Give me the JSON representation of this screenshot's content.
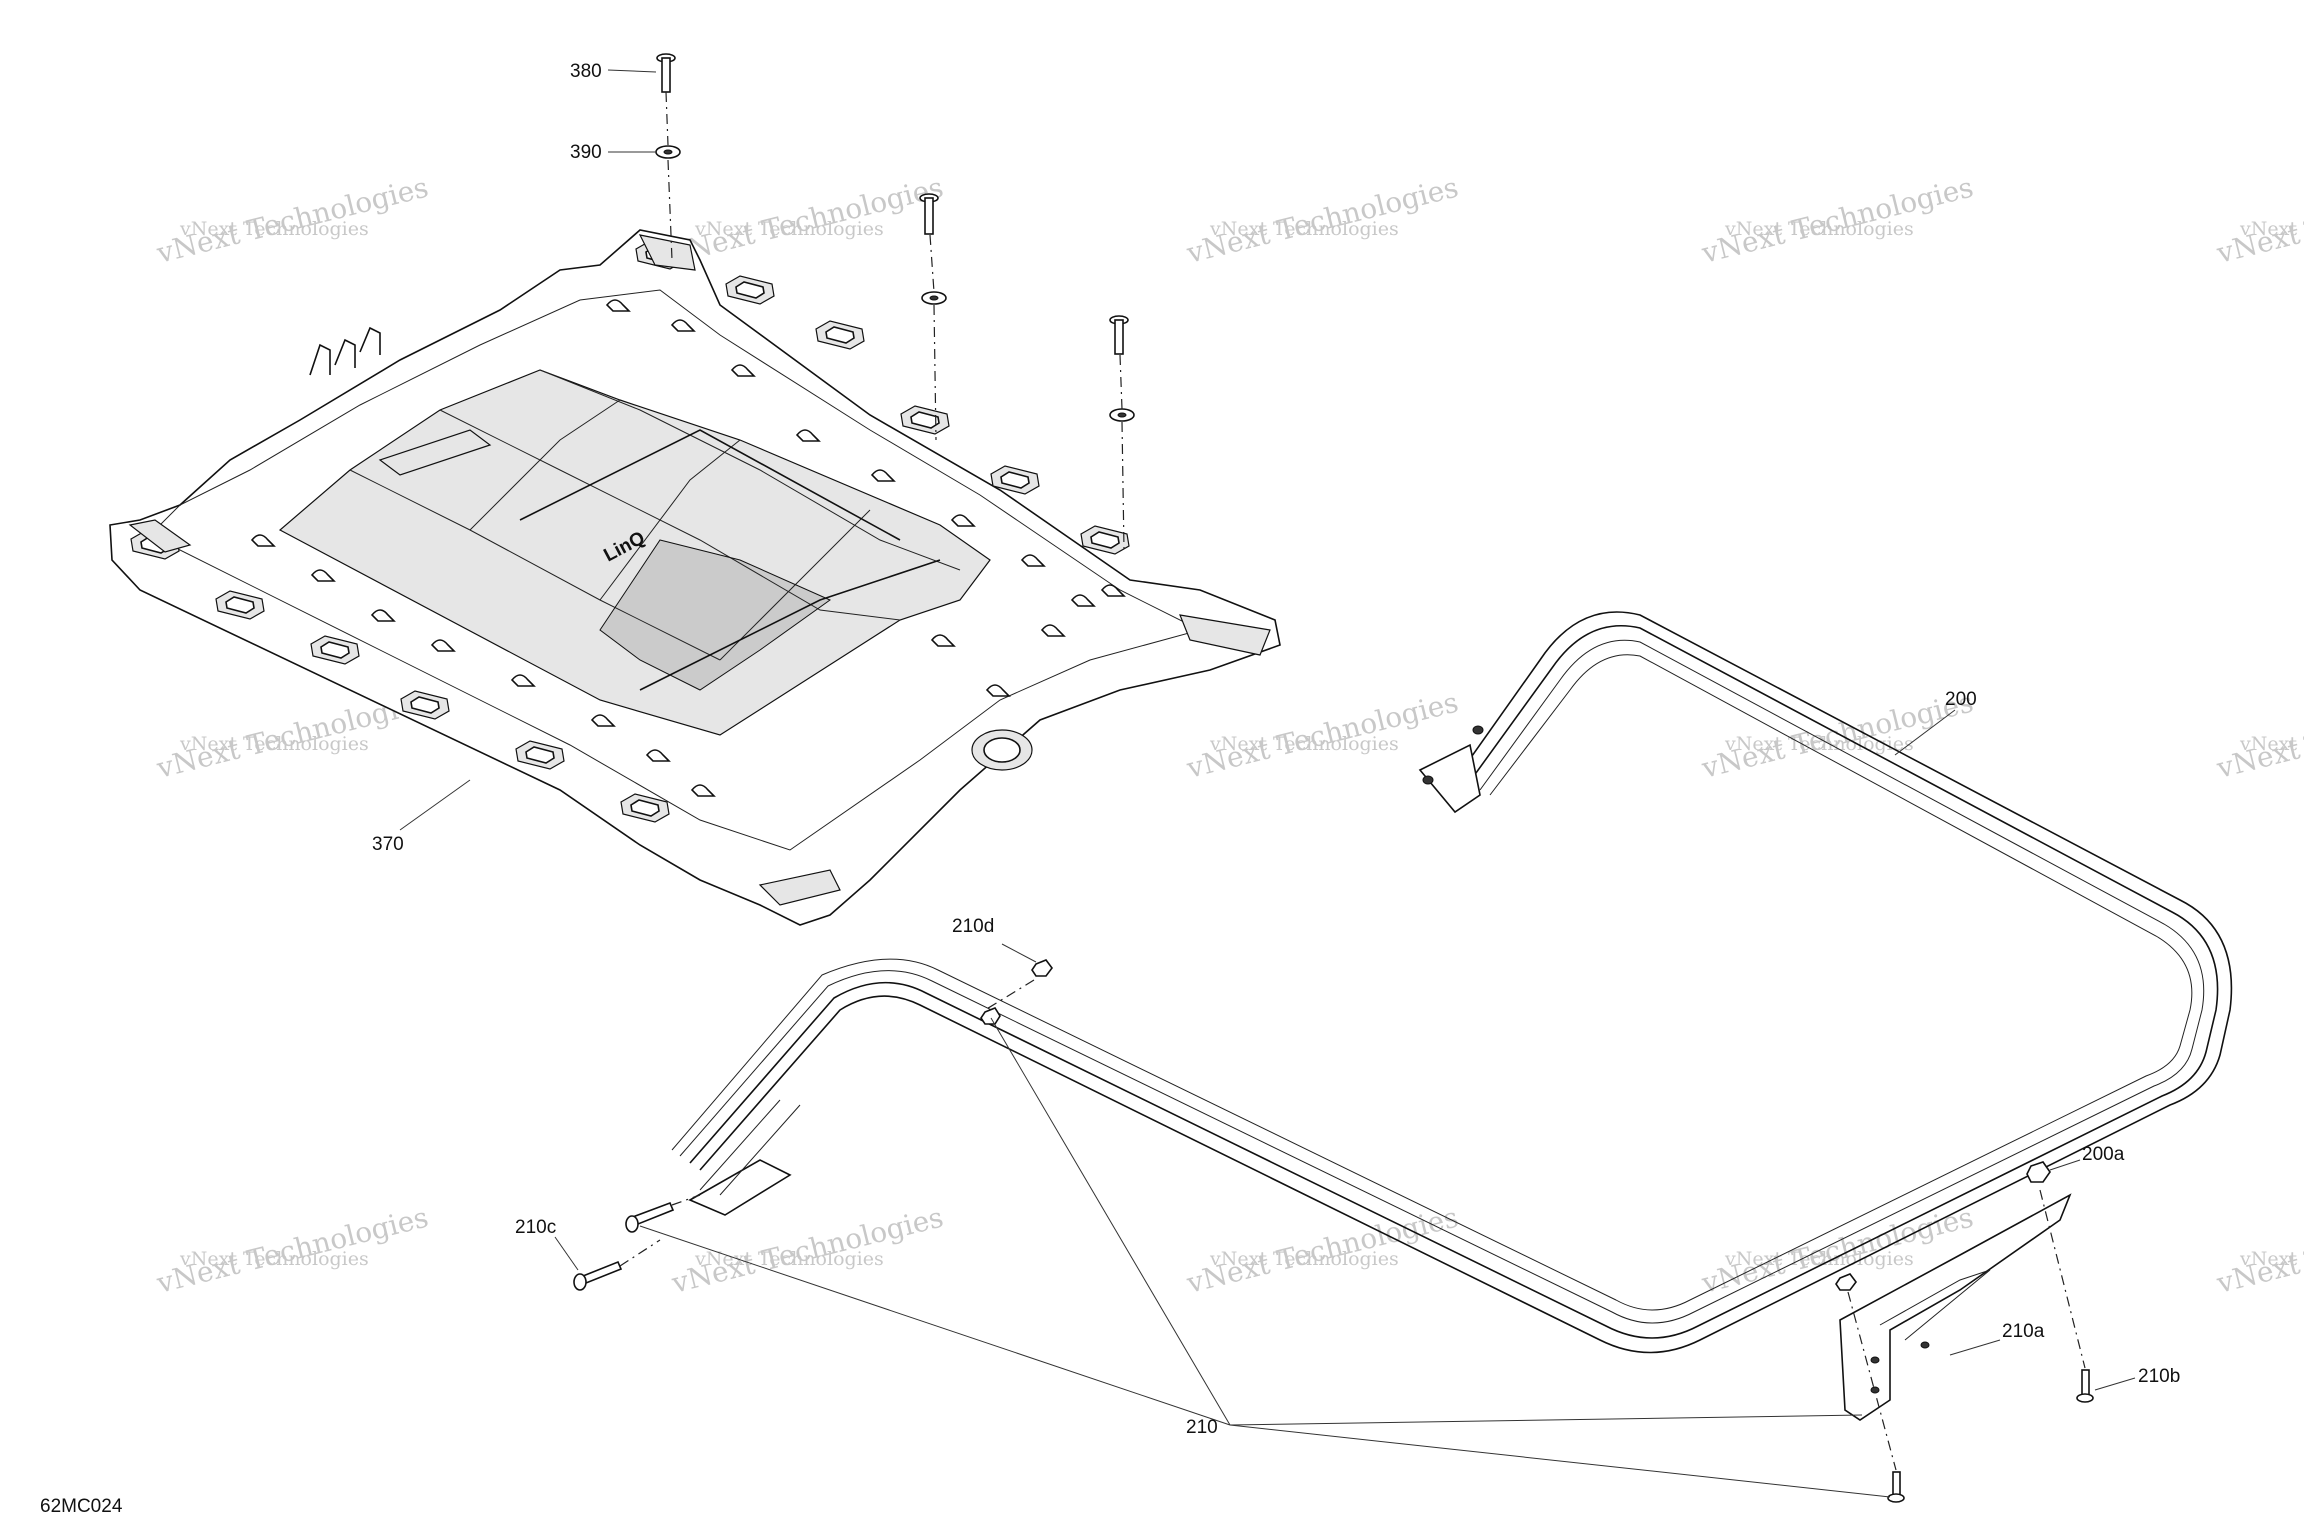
{
  "drawing_code": "62MC024",
  "watermark": {
    "line1": "vNext Technologies",
    "line2": "vNext\nTechnologies"
  },
  "callouts": {
    "c380": "380",
    "c390": "390",
    "c370": "370",
    "c200": "200",
    "c200a": "200a",
    "c210": "210",
    "c210a": "210a",
    "c210b": "210b",
    "c210c": "210c",
    "c210d": "210d"
  },
  "parts": {
    "rack_panel": "370",
    "rail_frame": "200"
  },
  "logo_text": "LinQ"
}
